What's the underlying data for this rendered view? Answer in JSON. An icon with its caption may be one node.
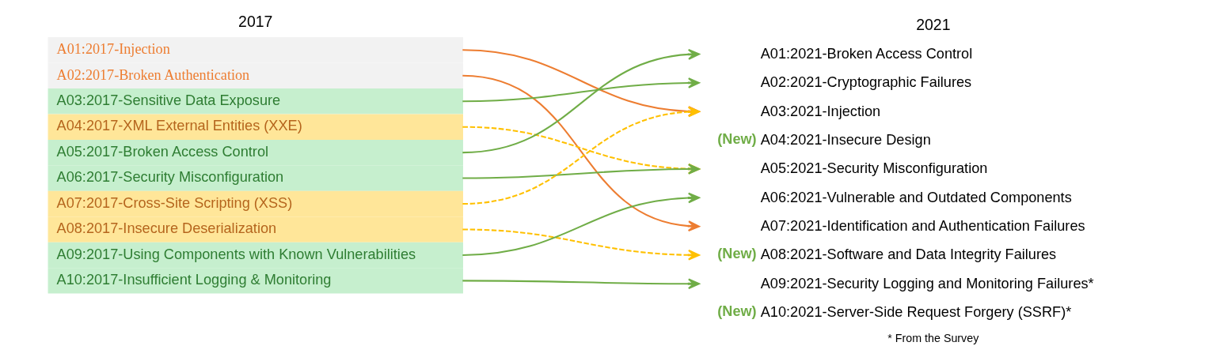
{
  "diagram": {
    "nodes": [
      {
        "text": [
          "A01:2017-Injection"
        ]
      },
      {
        "text": [
          "A02:2017-Broken Authentication"
        ]
      },
      {
        "text": [
          "A03:2017-Sensitive Data Exposure"
        ]
      },
      {
        "text": [
          "A04:2017-XML External Entities (XXE)"
        ]
      },
      {
        "text": [
          "A05:2017-Broken Access Control"
        ]
      },
      {
        "text": [
          "A06:2017-Security Misconfiguration"
        ]
      },
      {
        "text": [
          "A07:2017-Cross-Site Scripting (XSS)"
        ]
      },
      {
        "text": [
          "A08:2017-Insecure Deserialization"
        ]
      },
      {
        "text": [
          "A09:2017-Using Components with Known Vulnerabilities"
        ]
      },
      {
        "text": [
          "A10:2017-Insufficient Logging & Monitoring"
        ]
      },
      {
        "text": [
          "A01:2021-Broken Access Control"
        ]
      },
      {
        "text": [
          "A02:2021-Cryptographic Failures"
        ]
      },
      {
        "text": [
          "A03:2021-Injection"
        ]
      },
      {
        "text": [
          "A04:2021-Insecure Design"
        ],
        "beside": [
          "(New)"
        ]
      },
      {
        "text": [
          "A05:2021-Security Misconfiguration"
        ]
      },
      {
        "text": [
          "A06:2021-Vulnerable and Outdated Components"
        ]
      },
      {
        "text": [
          "A07:2021-Identification and Authentication Failures"
        ]
      },
      {
        "text": [
          "A08:2021-Software and Data Integrity Failures"
        ],
        "beside": [
          "(New)"
        ]
      },
      {
        "text": [
          "A09:2021-Security Logging and Monitoring Failures*"
        ]
      },
      {
        "text": [
          "A10:2021-Server-Side Request Forgery (SSRF)*"
        ],
        "beside": [
          "(New)"
        ]
      }
    ],
    "edges": [
      {
        "from": 0,
        "to": 12,
        "arrow": "to",
        "color": "#ed7d31"
      },
      {
        "from": 1,
        "to": 16,
        "arrow": "to",
        "color": "#ed7d31"
      },
      {
        "from": 2,
        "to": 11,
        "arrow": "to"
      },
      {
        "from": 3,
        "to": 14,
        "arrow": "to",
        "style": "dashed",
        "color": "#ffc000"
      },
      {
        "from": 4,
        "to": 10,
        "arrow": "to"
      },
      {
        "from": 5,
        "to": 14,
        "arrow": "to"
      },
      {
        "from": 6,
        "to": 12,
        "arrow": "to",
        "style": "dashed",
        "color": "#ffc000"
      },
      {
        "from": 7,
        "to": 17,
        "arrow": "to",
        "style": "dashed",
        "color": "#ffc000"
      },
      {
        "from": 8,
        "to": 15,
        "arrow": "to"
      },
      {
        "from": 9,
        "to": 18,
        "arrow": "to"
      }
    ],
    "labels": [
      "2017",
      "2021",
      "* From the Survey"
    ]
  }
}
